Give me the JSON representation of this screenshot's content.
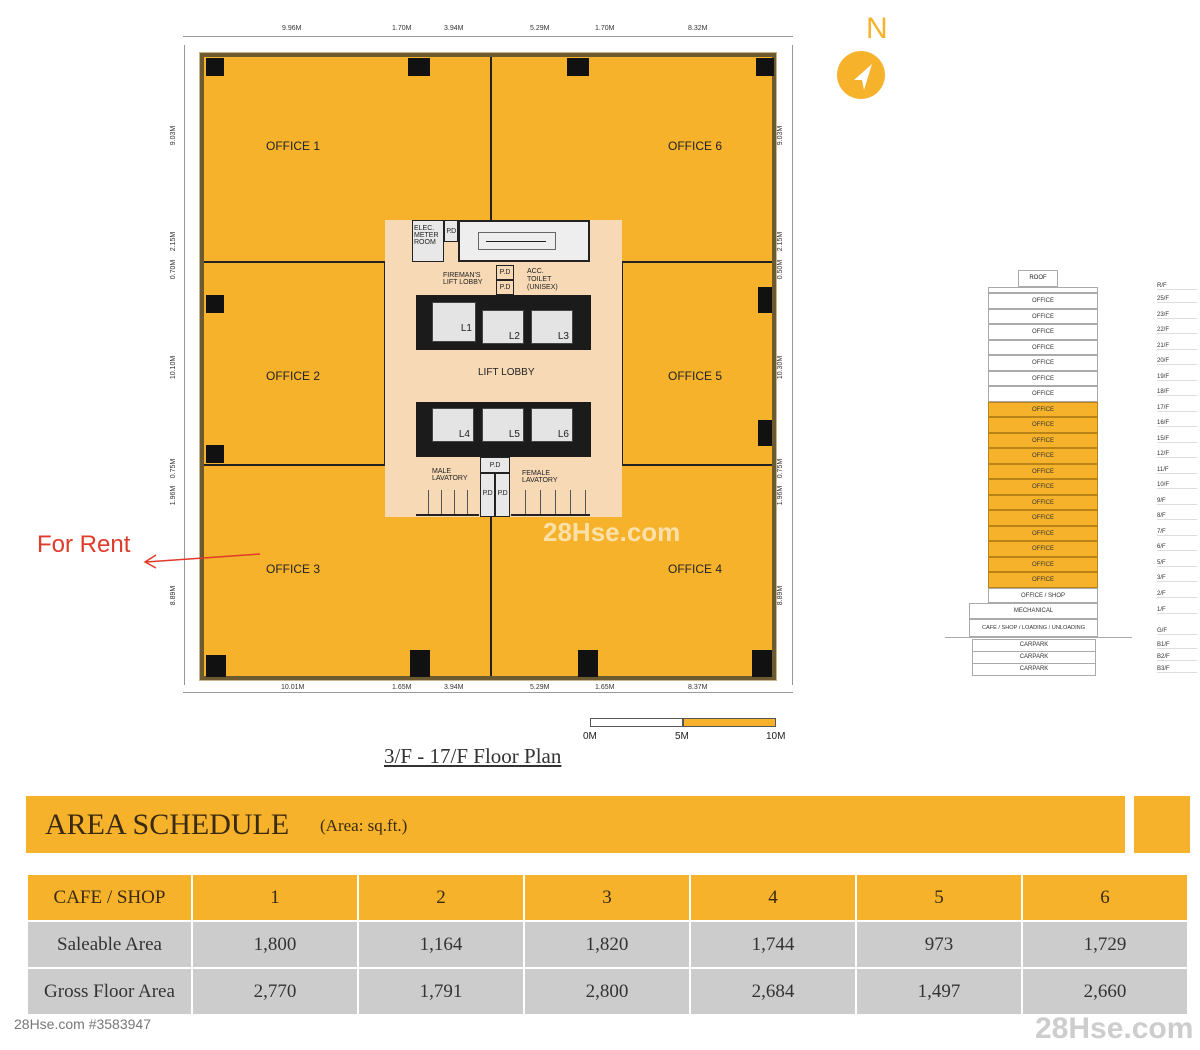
{
  "plan": {
    "title": "3/F - 17/F Floor Plan",
    "offices": [
      "OFFICE 1",
      "OFFICE 2",
      "OFFICE 3",
      "OFFICE 4",
      "OFFICE 5",
      "OFFICE 6"
    ],
    "top_dims": [
      "9.96M",
      "1.70M",
      "3.94M",
      "5.29M",
      "1.70M",
      "8.32M"
    ],
    "bottom_dims": [
      "10.01M",
      "1.65M",
      "3.94M",
      "5.29M",
      "1.65M",
      "8.37M"
    ],
    "left_dims": [
      "9.03M",
      "2.15M",
      "0.70M",
      "10.10M",
      "0.75M",
      "1.96M",
      "8.89M"
    ],
    "right_dims": [
      "9.03M",
      "2.15M",
      "0.50M",
      "10.30M",
      "0.75M",
      "1.96M",
      "8.89M"
    ],
    "core": {
      "elec": "ELEC. METER ROOM",
      "pd": "P.D",
      "fireman": "FIREMAN'S LIFT LOBBY",
      "acc": "ACC. TOILET (UNISEX)",
      "lobby": "LIFT LOBBY",
      "male": "MALE LAVATORY",
      "female": "FEMALE LAVATORY",
      "lifts": [
        "L1",
        "L2",
        "L3",
        "L4",
        "L5",
        "L6"
      ]
    },
    "annotation": "For Rent",
    "north": "N",
    "scale": {
      "labels": [
        "0M",
        "5M",
        "10M"
      ]
    },
    "watermark": "28Hse.com"
  },
  "section": {
    "roof": "ROOF",
    "rows": [
      {
        "label": "OFFICE",
        "floor": "25/F",
        "hl": false
      },
      {
        "label": "OFFICE",
        "floor": "23/F",
        "hl": false
      },
      {
        "label": "OFFICE",
        "floor": "22/F",
        "hl": false
      },
      {
        "label": "OFFICE",
        "floor": "21/F",
        "hl": false
      },
      {
        "label": "OFFICE",
        "floor": "20/F",
        "hl": false
      },
      {
        "label": "OFFICE",
        "floor": "19/F",
        "hl": false
      },
      {
        "label": "OFFICE",
        "floor": "18/F",
        "hl": false
      },
      {
        "label": "OFFICE",
        "floor": "17/F",
        "hl": true
      },
      {
        "label": "OFFICE",
        "floor": "16/F",
        "hl": true
      },
      {
        "label": "OFFICE",
        "floor": "15/F",
        "hl": true
      },
      {
        "label": "OFFICE",
        "floor": "12/F",
        "hl": true
      },
      {
        "label": "OFFICE",
        "floor": "11/F",
        "hl": true
      },
      {
        "label": "OFFICE",
        "floor": "10/F",
        "hl": true
      },
      {
        "label": "OFFICE",
        "floor": "9/F",
        "hl": true
      },
      {
        "label": "OFFICE",
        "floor": "8/F",
        "hl": true
      },
      {
        "label": "OFFICE",
        "floor": "7/F",
        "hl": true
      },
      {
        "label": "OFFICE",
        "floor": "6/F",
        "hl": true
      },
      {
        "label": "OFFICE",
        "floor": "5/F",
        "hl": true
      },
      {
        "label": "OFFICE",
        "floor": "3/F",
        "hl": true
      },
      {
        "label": "OFFICE / SHOP",
        "floor": "2/F",
        "hl": false
      }
    ],
    "roof_floor": "R/F",
    "mechanical": {
      "label": "MECHANICAL",
      "floor": "1/F"
    },
    "ground": {
      "label": "CAFE / SHOP / LOADING / UNLOADING",
      "floor": "G/F"
    },
    "carparks": [
      {
        "label": "CARPARK",
        "floor": "B1/F"
      },
      {
        "label": "CARPARK",
        "floor": "B2/F"
      },
      {
        "label": "CARPARK",
        "floor": "B3/F"
      }
    ]
  },
  "schedule": {
    "title": "AREA SCHEDULE",
    "unit": "(Area: sq.ft.)",
    "header": [
      "CAFE / SHOP",
      "1",
      "2",
      "3",
      "4",
      "5",
      "6"
    ],
    "rows": [
      [
        "Saleable Area",
        "1,800",
        "1,164",
        "1,820",
        "1,744",
        "973",
        "1,729"
      ],
      [
        "Gross Floor Area",
        "2,770",
        "1,791",
        "2,800",
        "2,684",
        "1,497",
        "2,660"
      ]
    ]
  },
  "footer": {
    "id": "28Hse.com #3583947",
    "watermark": "28Hse.com"
  },
  "colors": {
    "accent": "#f5b22a",
    "annotation": "#e03a2a"
  }
}
